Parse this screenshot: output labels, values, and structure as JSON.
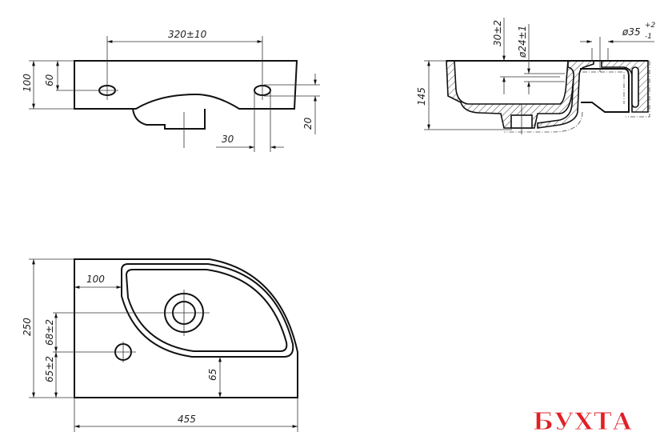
{
  "drawing": {
    "top_view": {
      "dim_hole_spacing": "320±10",
      "dim_height": "100",
      "dim_hole_height": "60",
      "dim_right_offset": "20",
      "dim_hole_edge": "30"
    },
    "section_view": {
      "dim_top_offset": "30±2",
      "dim_drain_dia": "ø24±1",
      "dim_overflow_dia": "ø35",
      "dim_overflow_tol_plus": "+2",
      "dim_overflow_tol_minus": "-1",
      "dim_height": "145"
    },
    "plan_view": {
      "dim_depth": "250",
      "dim_bowl_offset": "100",
      "dim_hole_spacing": "68±2",
      "dim_hole_from_edge": "65±2",
      "dim_bowl_to_front": "65",
      "dim_width": "455"
    }
  },
  "watermark": {
    "text": "БУХТА",
    "color": "#e21f26"
  }
}
